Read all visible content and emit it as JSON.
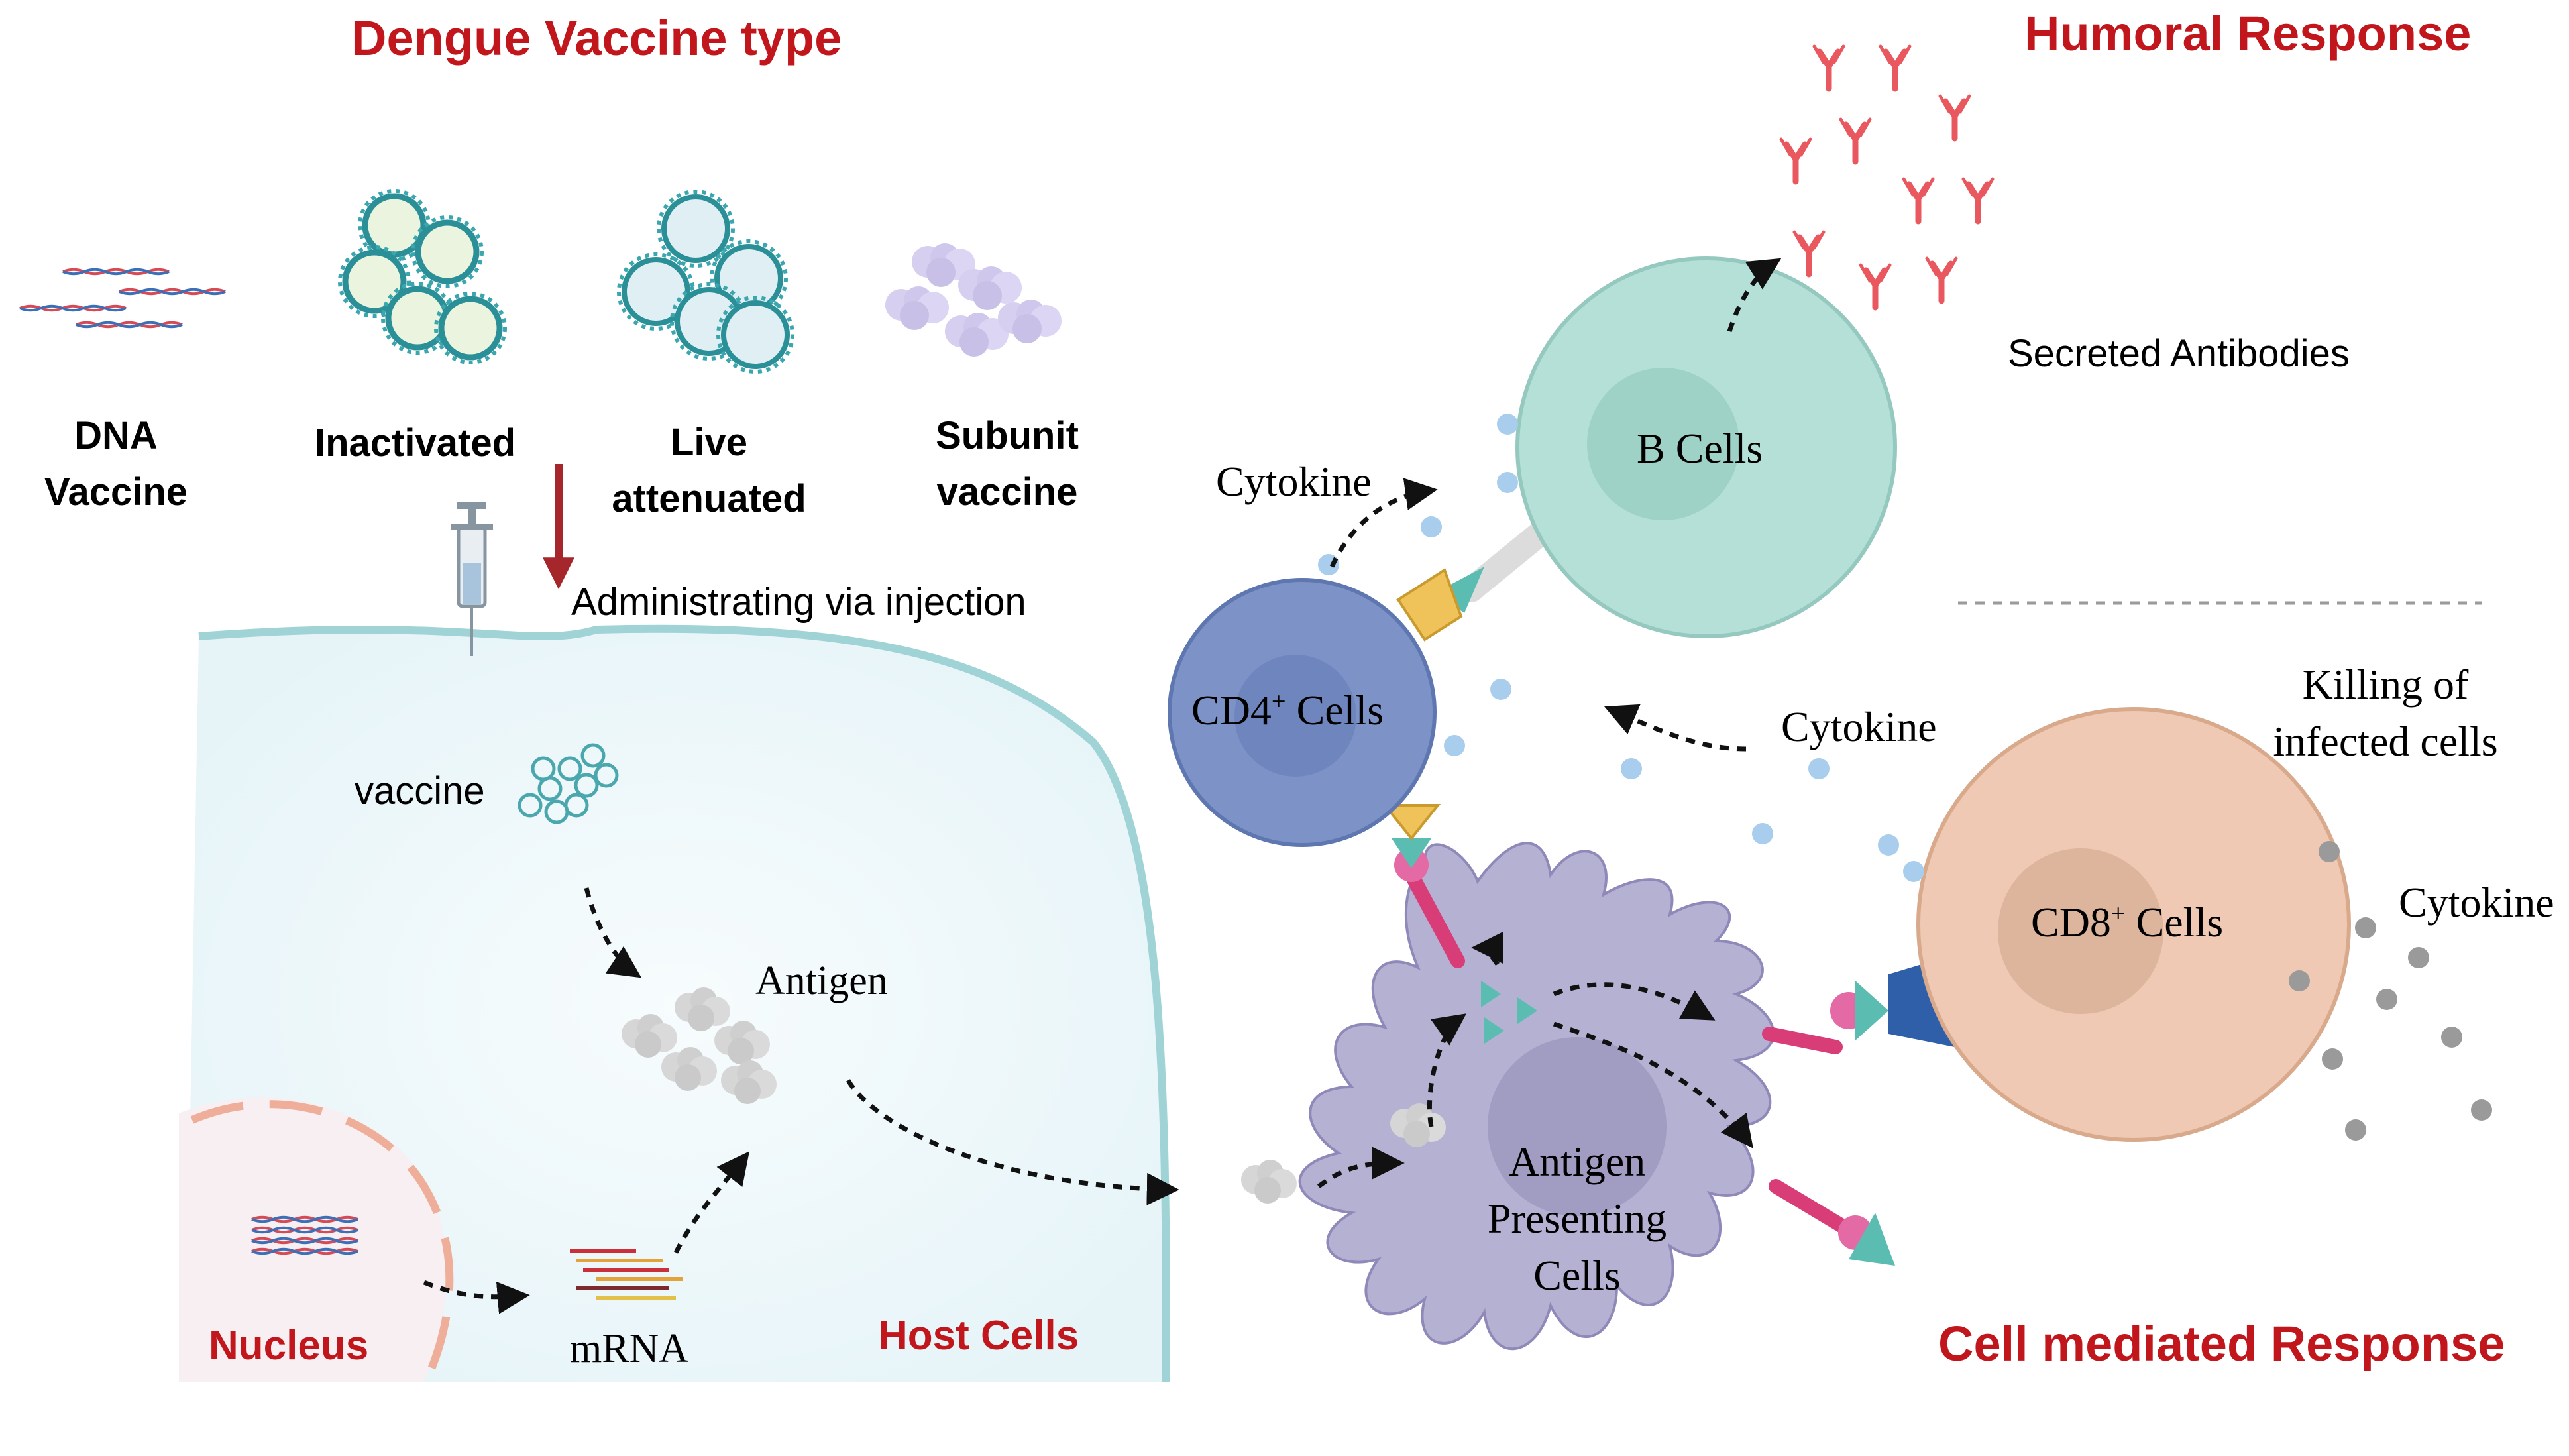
{
  "titles": {
    "vaccine_type": "Dengue Vaccine type",
    "humoral": "Humoral Response",
    "cell_mediated": "Cell mediated Response"
  },
  "vaccine_types": {
    "dna_line1": "DNA",
    "dna_line2": "Vaccine",
    "inactivated": "Inactivated",
    "live_line1": "Live",
    "live_line2": "attenuated",
    "subunit_line1": "Subunit",
    "subunit_line2": "vaccine"
  },
  "host": {
    "administration": "Administrating via injection",
    "vaccine": "vaccine",
    "antigen": "Antigen",
    "nucleus": "Nucleus",
    "mrna": "mRNA",
    "host_cells": "Host Cells"
  },
  "immune": {
    "cytokine_top": "Cytokine",
    "cytokine_mid": "Cytokine",
    "cytokine_right": "Cytokine",
    "b_cells": "B Cells",
    "cd4_main": "CD4",
    "cd4_sup": "+",
    "cd4_tail": " Cells",
    "cd8_main": "CD8",
    "cd8_sup": "+",
    "cd8_tail": " Cells",
    "apc_line1": "Antigen",
    "apc_line2": "Presenting",
    "apc_line3": "Cells",
    "secreted_antibodies": "Secreted Antibodies",
    "killing_line1": "Killing of",
    "killing_line2": "infected cells"
  },
  "colors": {
    "title_red": "#c0161c",
    "host_cell_fill": "#eef8fb",
    "host_membrane": "#9fd3d6",
    "b_cell": "#b4e0d8",
    "cd4_cell": "#7d93c7",
    "cd8_cell": "#efc9b3",
    "apc_cell": "#b5b1d2",
    "antibody": "#e8585e",
    "cytokine_blue": "#a9cdec",
    "cytokine_grey": "#9a9a9a"
  }
}
